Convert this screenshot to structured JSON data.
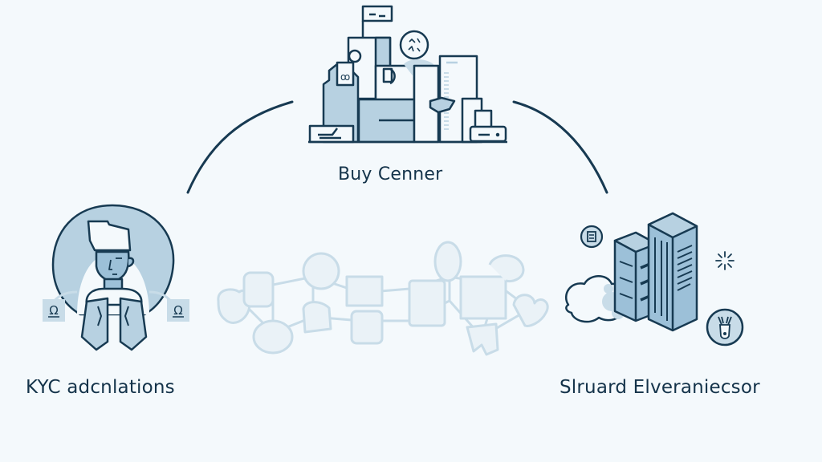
{
  "diagram": {
    "nodes": [
      {
        "id": "top",
        "label": "Buy Cenner",
        "icon": "city-buildings-icon"
      },
      {
        "id": "left",
        "label": "KYC  adcnlations",
        "icon": "person-id-icon"
      },
      {
        "id": "right",
        "label": "Slruard Elveraniecsor",
        "icon": "server-towers-icon"
      }
    ],
    "connectors": [
      {
        "from": "left",
        "to": "top",
        "type": "arc"
      },
      {
        "from": "top",
        "to": "right",
        "type": "arc"
      }
    ],
    "center_element": {
      "type": "block-chain-network",
      "icon": "blockchain-network-icon"
    },
    "side_badges": {
      "left": [
        "lock-badge-icon",
        "lock-badge-icon"
      ],
      "right": [
        "document-badge-icon",
        "spark-icon",
        "deer-badge-icon"
      ]
    }
  },
  "colors": {
    "background": "#f4f9fc",
    "stroke": "#173a52",
    "fill_light": "#b7d1e1",
    "fill_mid": "#9cc0d8",
    "chain": "#c8dce8",
    "text": "#14334a"
  }
}
